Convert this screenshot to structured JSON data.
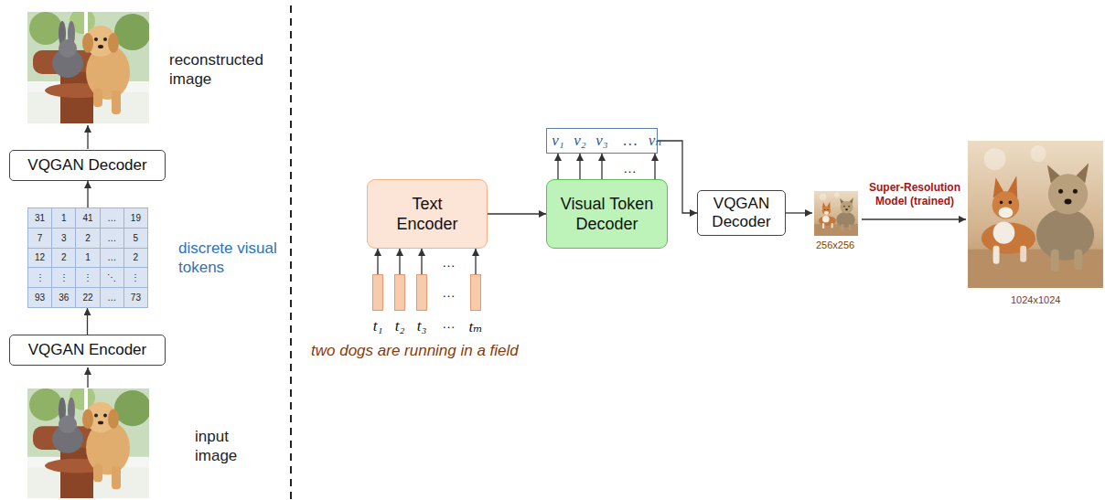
{
  "diagram": {
    "nodes": [
      {
        "text": [
          "VQGAN Decoder"
        ]
      },
      {
        "text": [
          "31",
          "1",
          "41",
          "…",
          "19",
          "7",
          "3",
          "2",
          "…",
          "5",
          "12",
          "2",
          "1",
          "…",
          "2",
          "⋮",
          "⋮",
          "⋮",
          "⋱",
          "⋮",
          "93",
          "36",
          "22",
          "…",
          "73"
        ]
      },
      {
        "text": [
          "VQGAN Encoder"
        ]
      },
      {
        "text": [
          "t₁"
        ]
      },
      {
        "text": [
          "t₂"
        ]
      },
      {
        "text": [
          "t₃"
        ]
      },
      {
        "text": [
          "tₘ"
        ]
      },
      {
        "text": [
          "Text Encoder"
        ]
      },
      {
        "text": [
          "v₁",
          "v₂",
          "v₃",
          "…",
          "vₙ"
        ]
      },
      {
        "text": [
          "Visual Token Decoder"
        ]
      },
      {
        "text": [
          "VQGAN Decoder"
        ]
      }
    ],
    "edges": [
      {
        "from": 2,
        "to": 1,
        "arrow": "to"
      },
      {
        "from": 1,
        "to": 0,
        "arrow": "to"
      },
      {
        "from": 3,
        "to": 7,
        "arrow": "to"
      },
      {
        "from": 4,
        "to": 7,
        "arrow": "to"
      },
      {
        "from": 5,
        "to": 7,
        "arrow": "to"
      },
      {
        "from": 6,
        "to": 7,
        "arrow": "to"
      },
      {
        "from": 7,
        "to": 9,
        "arrow": "to"
      },
      {
        "from": 9,
        "to": 8,
        "arrow": "to"
      },
      {
        "from": 9,
        "to": 8,
        "arrow": "to"
      },
      {
        "from": 9,
        "to": 8,
        "arrow": "to"
      },
      {
        "from": 9,
        "to": 8,
        "arrow": "to"
      },
      {
        "from": 8,
        "to": 10,
        "arrow": "to"
      }
    ],
    "labels": [
      "reconstructed image",
      "discrete visual tokens",
      "input image",
      "…",
      "…",
      "…",
      "two dogs are running in a field",
      "…",
      "256x256",
      "Super-Resolution Model (trained)",
      "1024x1024"
    ]
  }
}
